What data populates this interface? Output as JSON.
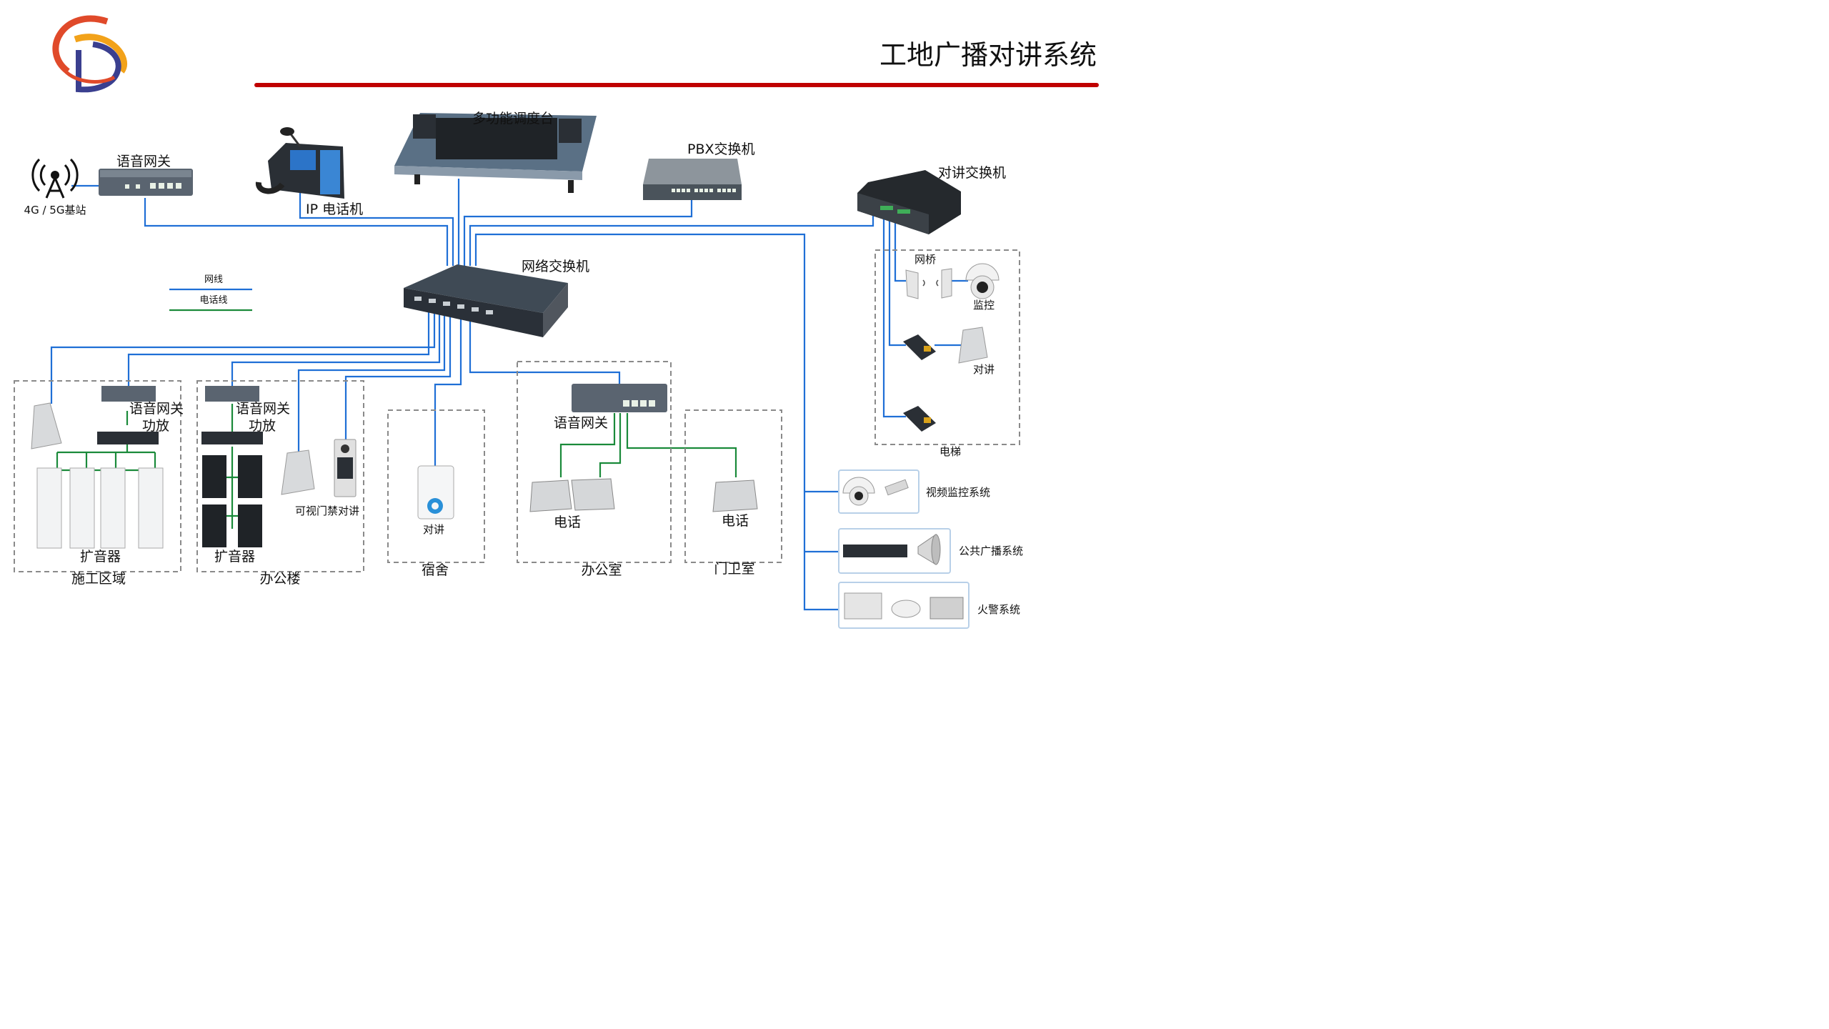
{
  "title": "工地广播对讲系统",
  "colors": {
    "network_line": "#1f6fd6",
    "phone_line": "#1a8a3a",
    "title_bar": "#c00000",
    "group_box": "#8a8a8a"
  },
  "legend": {
    "network": "网线",
    "phone": "电话线"
  },
  "labels": {
    "base_station": "4G / 5G基站",
    "gateway_top": "语音网关",
    "ip_phone": "IP 电话机",
    "console": "多功能调度台",
    "pbx": "PBX交换机",
    "intercom_switch": "对讲交换机",
    "network_switch": "网络交换机",
    "bridge": "网桥",
    "monitor": "监控",
    "intercom_elevator": "对讲",
    "elevator": "电梯",
    "video_system": "视频监控系统",
    "pa_system": "公共广播系统",
    "fire_system": "火警系统",
    "site_gateway": "语音网关",
    "site_amp": "功放",
    "site_speaker": "扩音器",
    "site_area": "施工区域",
    "office_gateway": "语音网关",
    "office_amp": "功放",
    "office_speaker": "扩音器",
    "door_intercom": "可视门禁对讲",
    "office_building": "办公楼",
    "dorm_intercom": "对讲",
    "dorm": "宿舍",
    "office_room_gateway": "语音网关",
    "office_phone": "电话",
    "office_room": "办公室",
    "guard_phone": "电话",
    "guard_room": "门卫室"
  },
  "icons": [
    "antenna-icon",
    "gateway-icon",
    "ip-phone-icon",
    "console-icon",
    "pbx-icon",
    "intercom-switch-icon",
    "network-switch-icon",
    "bridge-icon",
    "camera-icon",
    "intercom-panel-icon",
    "card-reader-icon",
    "amplifier-icon",
    "column-speaker-icon",
    "box-speaker-icon",
    "door-intercom-icon",
    "wall-intercom-icon",
    "desk-phone-icon",
    "horn-speaker-icon",
    "smoke-detector-icon",
    "fire-panel-icon"
  ]
}
